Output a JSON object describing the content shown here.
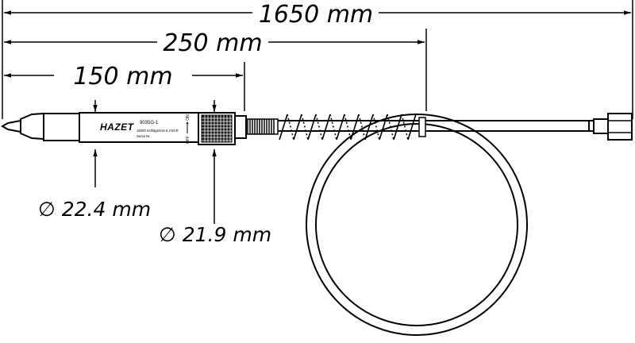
{
  "dimensions": {
    "total_length": "1650 mm",
    "tool_length": "250 mm",
    "body_length": "150 mm",
    "body_diameter": "∅ 22.4 mm",
    "grip_diameter": "∅ 21.9 mm"
  },
  "tool": {
    "brand": "HAZET",
    "model": "9035G-1",
    "spec": "15000 Schläge/min  6,3 BAR",
    "serial": "Serial Nr.",
    "switch_off": "OFF",
    "switch_on": "ON"
  }
}
